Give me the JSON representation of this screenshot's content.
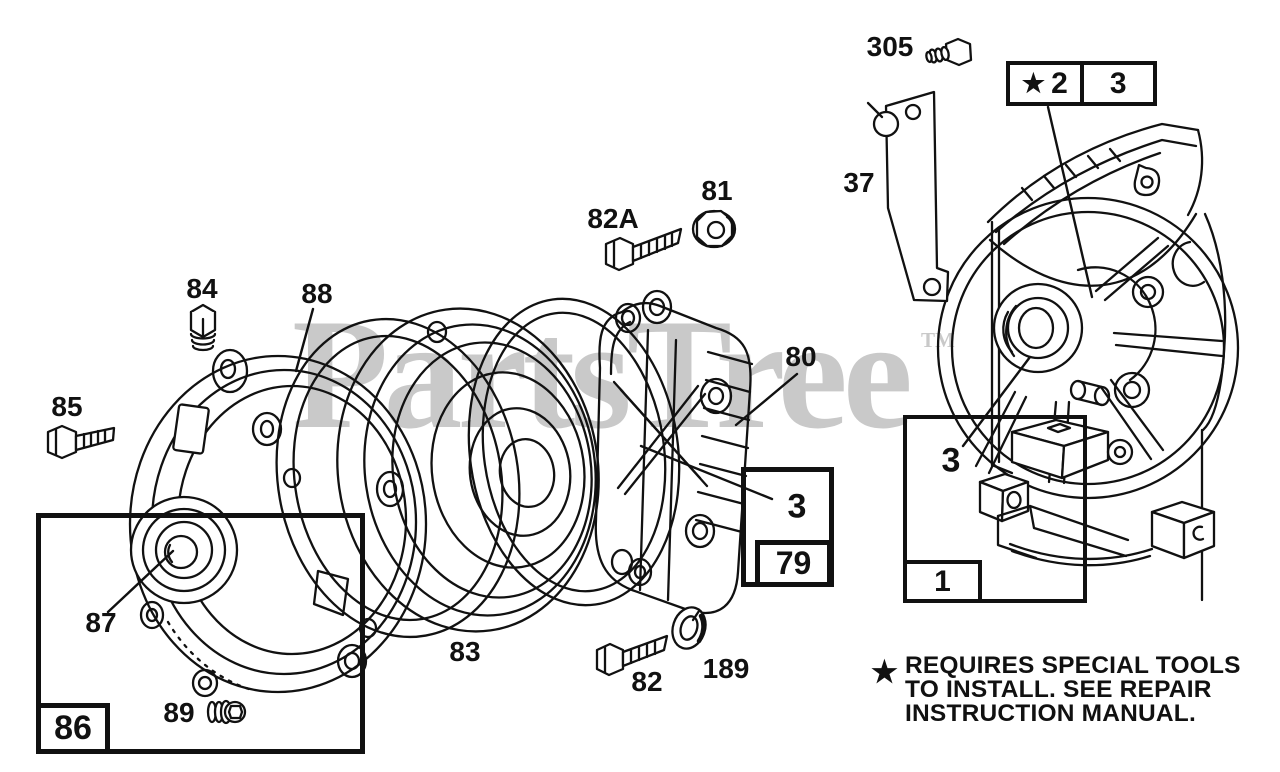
{
  "watermark": {
    "text": "PartsTree",
    "tm": "TM",
    "color": "#c9c9c9"
  },
  "callouts": {
    "n305": "305",
    "n37": "37",
    "n82A": "82A",
    "n81": "81",
    "n84": "84",
    "n88": "88",
    "n85": "85",
    "n80": "80",
    "n87": "87",
    "n86": "86",
    "n89": "89",
    "n83": "83",
    "n82": "82",
    "n189": "189",
    "n3_assembly": "3",
    "n79": "79",
    "n3_engine": "3",
    "n1": "1"
  },
  "ref_table": {
    "cell1_star": "★",
    "cell1_num": "2",
    "cell2_num": "3"
  },
  "footnote": {
    "star": "★",
    "line1": "REQUIRES SPECIAL TOOLS",
    "line2": "TO INSTALL.  SEE REPAIR",
    "line3": "INSTRUCTION MANUAL."
  }
}
